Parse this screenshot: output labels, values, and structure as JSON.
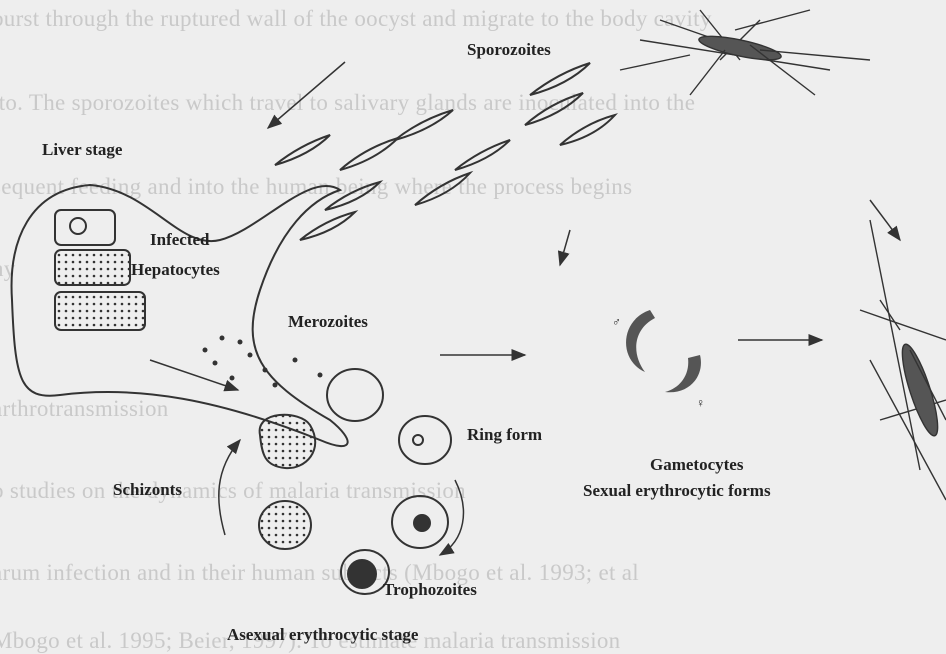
{
  "background_text": {
    "line1": "burst through the ruptured wall of the oocyst and migrate to the body cavity",
    "line2": "ito. The sporozoites which travel to salivary glands are inoculated into the",
    "line3": "sequent feeding and into the human being where the process begins",
    "line4": "ny",
    "line5": "arthrotransmission",
    "line6": "o studies on the dynamics of malaria transmission",
    "line7": "arum infection and in their human subjects (Mbogo et al. 1993; et al",
    "line8": "Mbogo et al. 1995; Beier, 1997). To estimate malaria transmission"
  },
  "labels": {
    "sporozoites": "Sporozoites",
    "liver_stage": "Liver stage",
    "infected_hepatocytes_1": "Infected",
    "infected_hepatocytes_2": "Hepatocytes",
    "merozoites": "Merozoites",
    "ring_form": "Ring form",
    "schizonts": "Schizonts",
    "trophozoites": "Trophozoites",
    "gametocytes": "Gametocytes",
    "sexual_forms": "Sexual erythrocytic forms",
    "asexual_stage": "Asexual erythrocytic stage",
    "male_symbol": "♂",
    "female_symbol": "♀"
  }
}
